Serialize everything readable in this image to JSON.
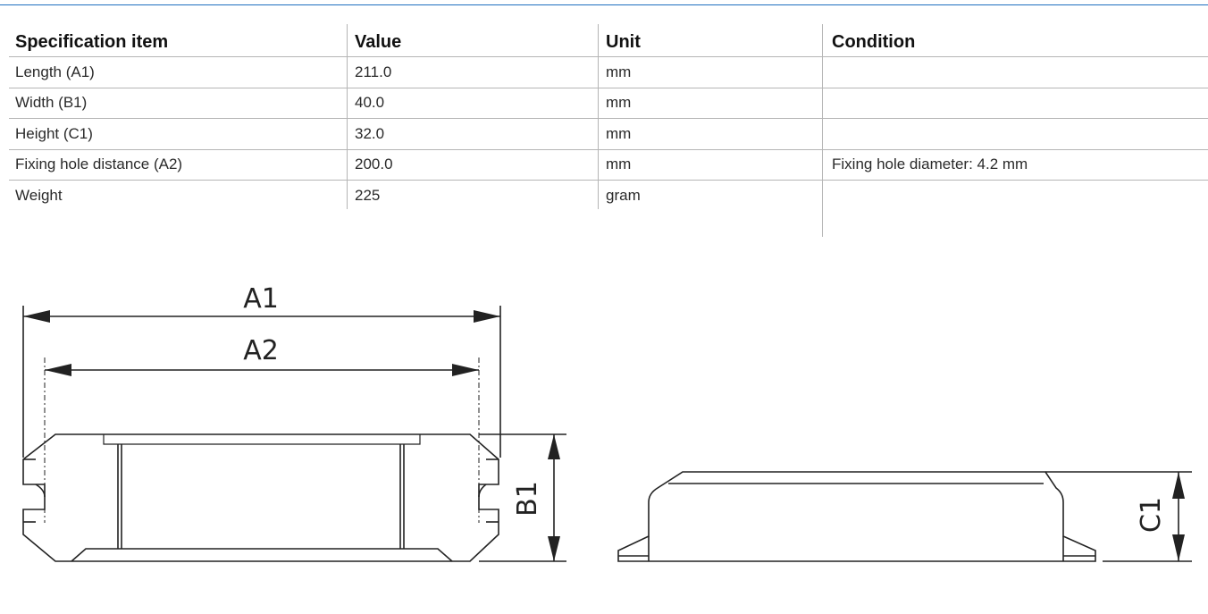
{
  "table": {
    "headers": [
      "Specification item",
      "Value",
      "Unit",
      "Condition"
    ],
    "rows": [
      {
        "item": "Length (A1)",
        "value": "211.0",
        "unit": "mm",
        "condition": ""
      },
      {
        "item": "Width (B1)",
        "value": "40.0",
        "unit": "mm",
        "condition": ""
      },
      {
        "item": "Height (C1)",
        "value": "32.0",
        "unit": "mm",
        "condition": ""
      },
      {
        "item": "Fixing hole distance (A2)",
        "value": "200.0",
        "unit": "mm",
        "condition": "Fixing hole diameter: 4.2 mm"
      },
      {
        "item": "Weight",
        "value": "225",
        "unit": "gram",
        "condition": ""
      }
    ]
  },
  "drawing": {
    "labels": {
      "a1": "A1",
      "a2": "A2",
      "b1": "B1",
      "c1": "C1"
    }
  },
  "colors": {
    "accent_line": "#1f6fbf",
    "grid": "#b5b5b5",
    "ink": "#222222"
  }
}
